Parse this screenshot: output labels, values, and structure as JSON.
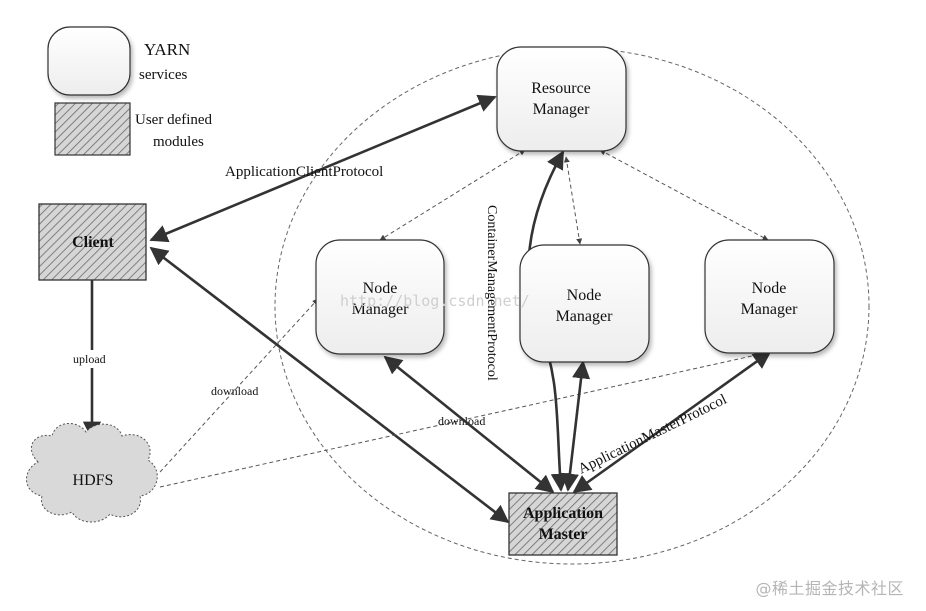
{
  "legend": {
    "yarn_line1": "YARN",
    "yarn_line2": "services",
    "user_line1": "User defined",
    "user_line2": "modules"
  },
  "nodes": {
    "resource_manager": [
      "Resource",
      "Manager"
    ],
    "node_manager_left": [
      "Node",
      "Manager"
    ],
    "node_manager_center": [
      "Node",
      "Manager"
    ],
    "node_manager_right": [
      "Node",
      "Manager"
    ],
    "client": "Client",
    "hdfs": "HDFS",
    "application_master": [
      "Application",
      "Master"
    ]
  },
  "edges": {
    "application_client_protocol": "ApplicationClientProtocol",
    "container_management_protocol": "ContainerManagementProtocol",
    "application_master_protocol": "ApplicationMasterProtocol",
    "upload": "upload",
    "download_left": "download",
    "download_center": "download"
  },
  "url_watermark": "http://blog.csdn.net/",
  "watermark": "@稀土掘金技术社区"
}
